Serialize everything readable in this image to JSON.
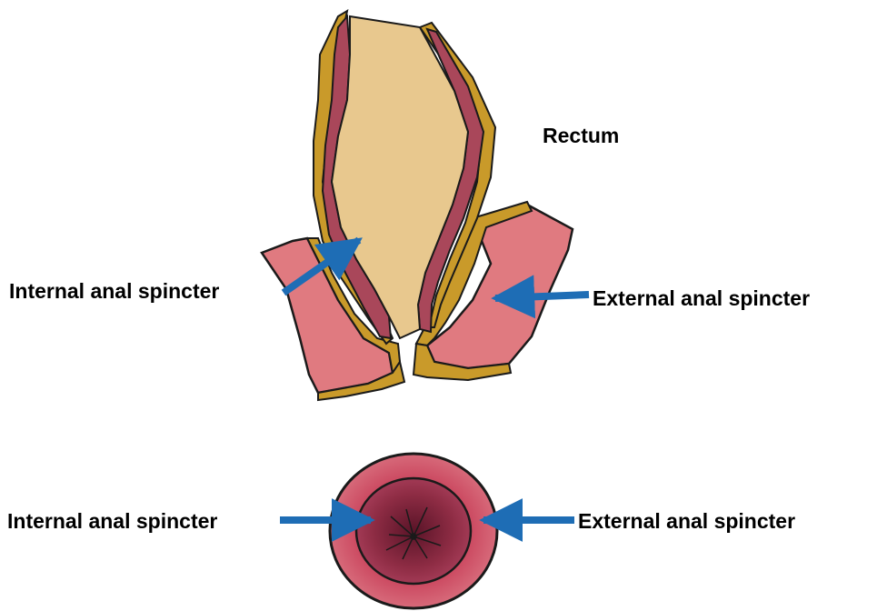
{
  "labels": {
    "rectum": "Rectum",
    "internal_top": "Internal anal spincter",
    "external_top": "External anal spincter",
    "internal_bottom": "Internal anal spincter",
    "external_bottom": "External anal spincter"
  },
  "colors": {
    "rectum_fill": "#e8c88e",
    "muscle_wall": "#c99a2a",
    "internal_sphincter": "#a9475a",
    "external_sphincter": "#e07a80",
    "ring_outer": "#cc4b62",
    "ring_inner": "#8e2c44",
    "lumen": "#6a1c32",
    "arrow": "#1e6db5",
    "outline": "#1a1a1a"
  }
}
